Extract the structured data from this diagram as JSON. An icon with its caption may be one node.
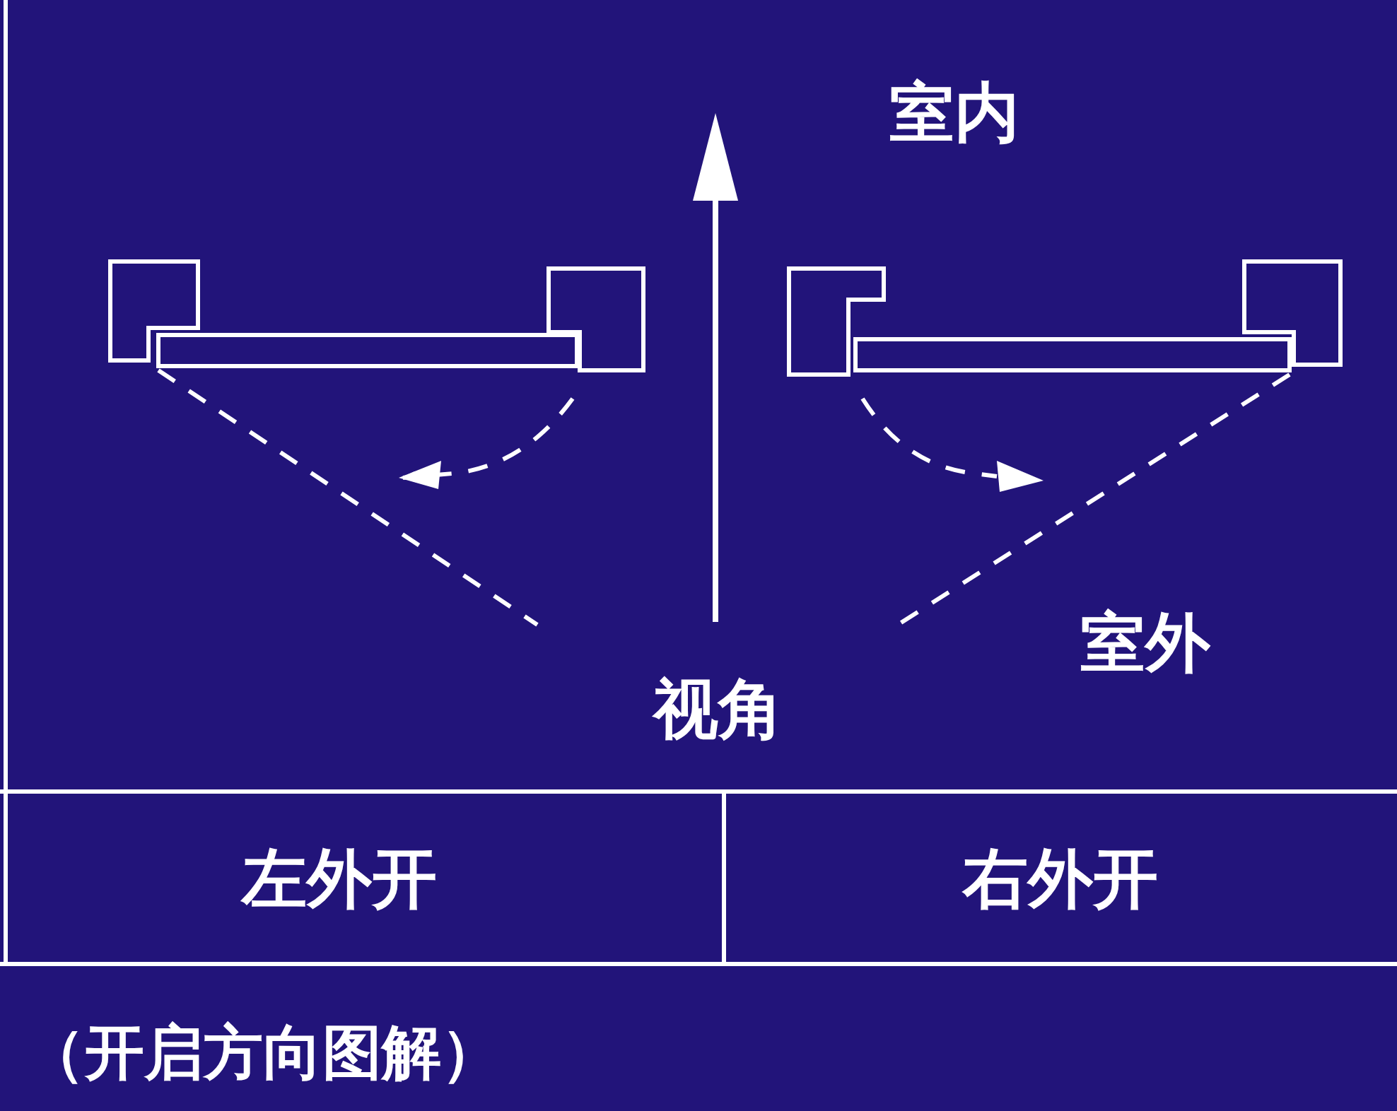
{
  "diagram": {
    "caption": "（开启方向图解）",
    "labels": [
      "室内",
      "室外",
      "视角",
      "左外开",
      "右外开"
    ]
  }
}
